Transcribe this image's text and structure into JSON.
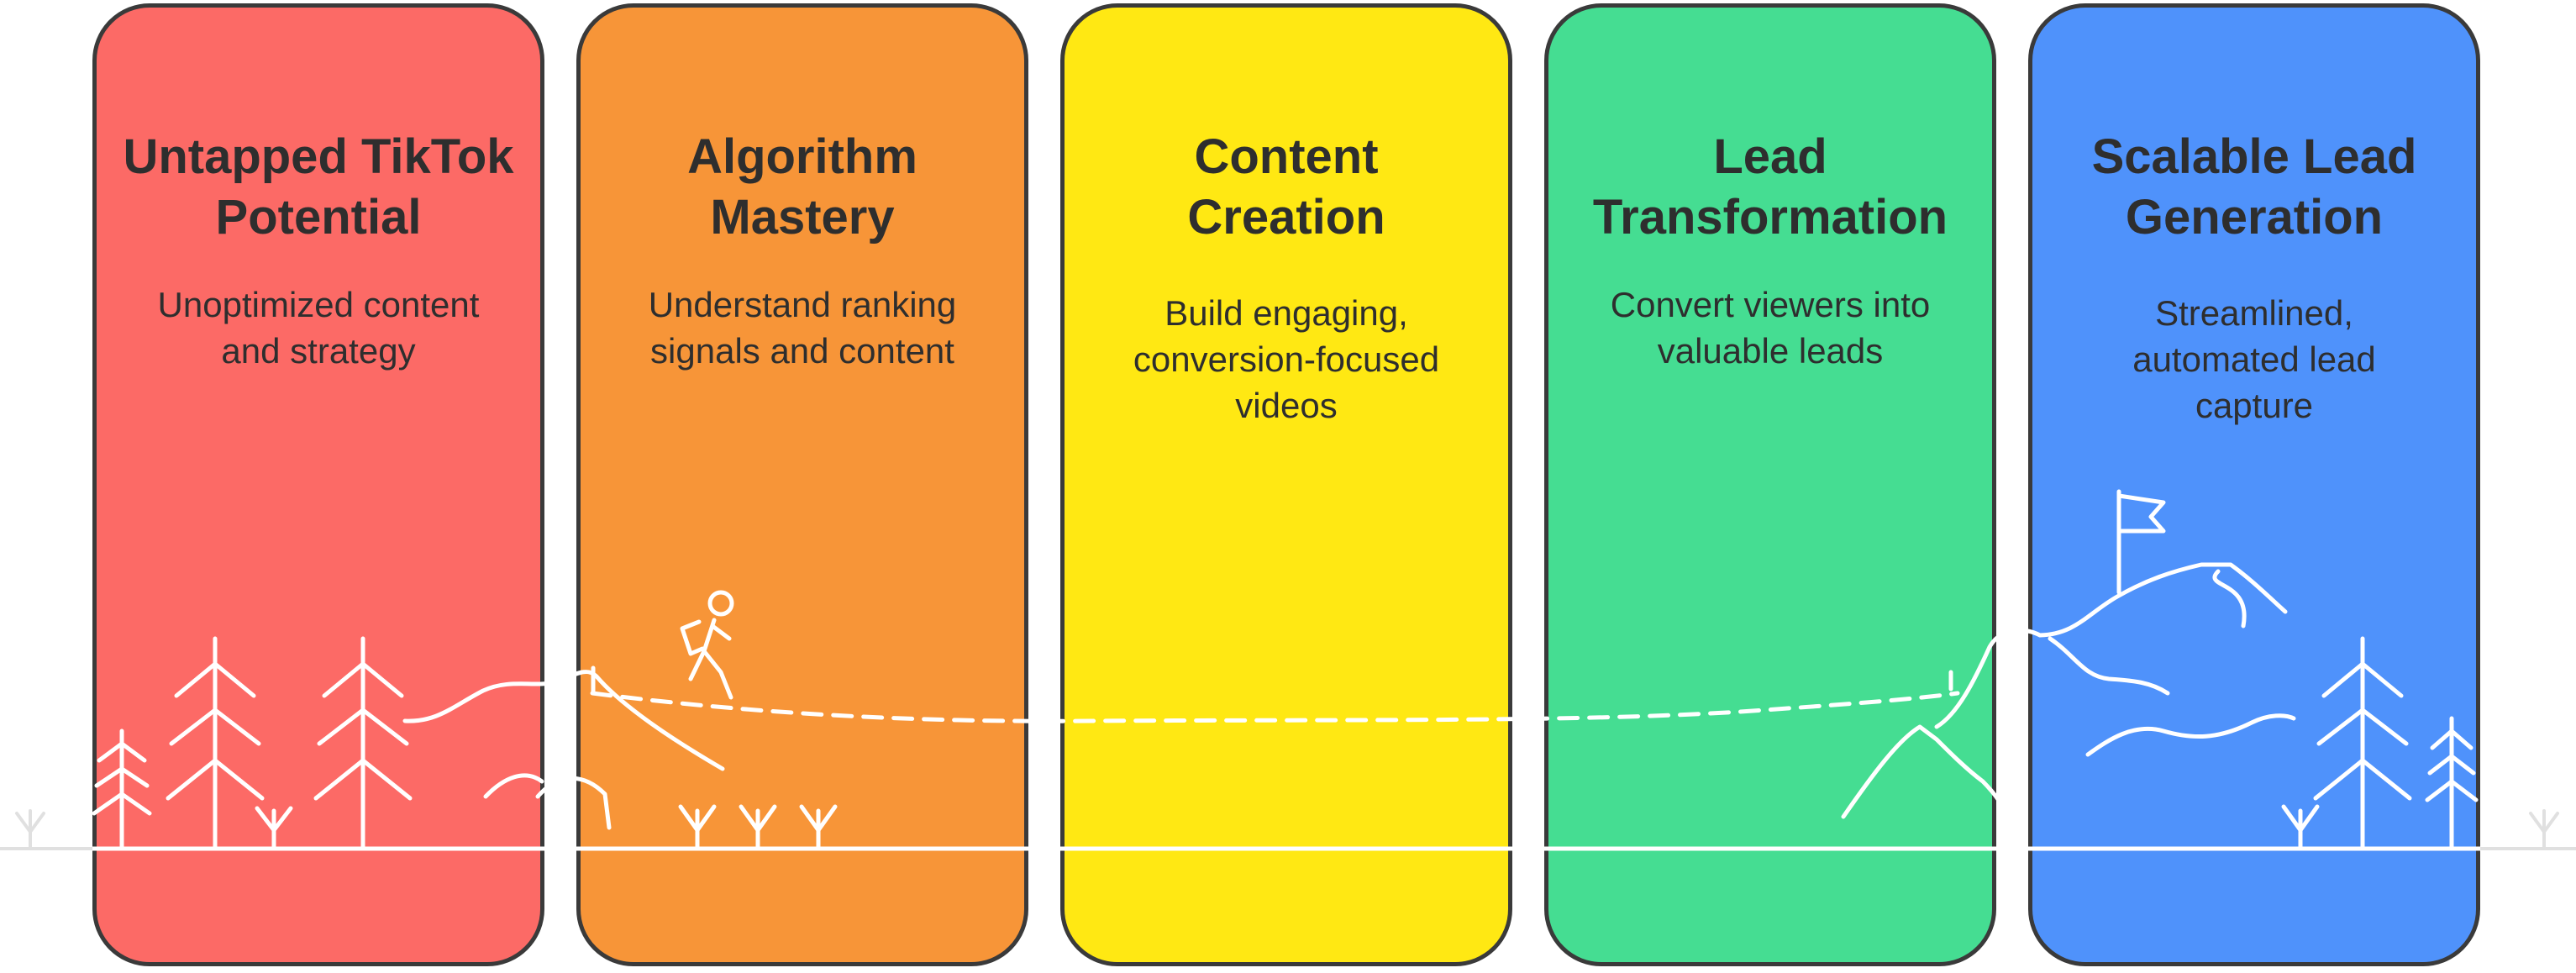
{
  "colors": {
    "red": "#FC6A66",
    "orange": "#F79538",
    "yellow": "#FFE813",
    "green": "#45DD92",
    "blue": "#4F92FB",
    "outline": "#3A3A3A",
    "line_art": "#FFFFFF",
    "ground_faint": "#E0E0E0"
  },
  "stages": [
    {
      "title": "Untapped TikTok\nPotential",
      "description": "Unoptimized content\nand strategy",
      "color": "#FC6A66",
      "icons": [
        "pine-tree-icon",
        "grass-icon"
      ]
    },
    {
      "title": "Algorithm\nMastery",
      "description": "Understand ranking\nsignals and content",
      "color": "#F79538",
      "icons": [
        "hiker-icon",
        "hill-icon",
        "grass-icon"
      ]
    },
    {
      "title": "Content\nCreation",
      "description": "Build engaging,\nconversion-focused\nvideos",
      "color": "#FFE813",
      "icons": [
        "dashed-path"
      ]
    },
    {
      "title": "Lead\nTransformation",
      "description": "Convert viewers into\nvaluable leads",
      "color": "#45DD92",
      "icons": [
        "mountain-icon"
      ]
    },
    {
      "title": "Scalable Lead\nGeneration",
      "description": "Streamlined,\nautomated lead\ncapture",
      "color": "#4F92FB",
      "icons": [
        "summit-flag-icon",
        "pine-tree-icon"
      ]
    }
  ]
}
